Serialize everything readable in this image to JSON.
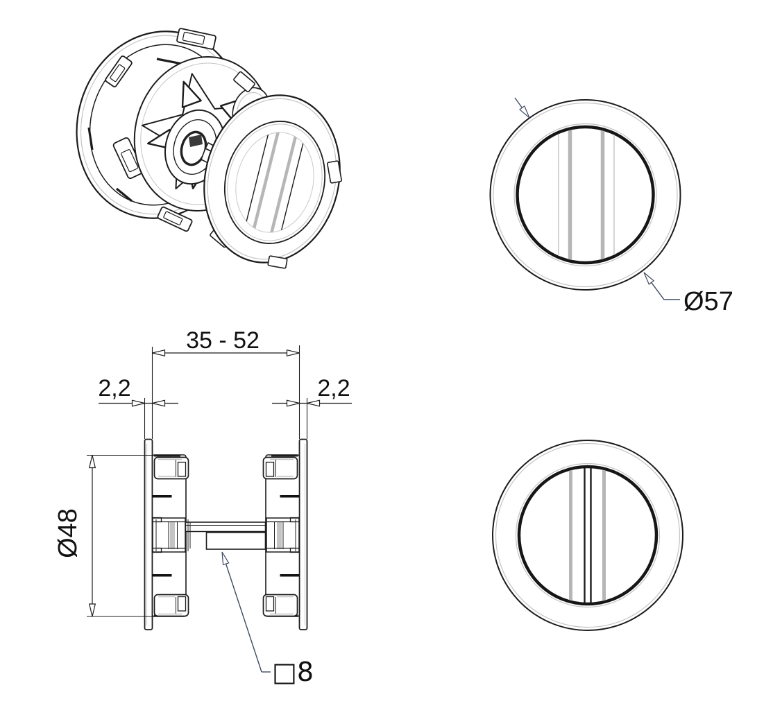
{
  "drawing": {
    "background": "#ffffff",
    "line_color": "#1c1c1c",
    "accent_gray": "#c4c4c4",
    "detail_gray": "#b6b6b6",
    "leader_color": "#3e4a63",
    "dims": {
      "door_thickness_range": "35 - 52",
      "flange_thickness_left": "2,2",
      "flange_thickness_right": "2,2",
      "body_diameter": "Ø48",
      "rose_diameter": "Ø57",
      "spindle_square": "□8"
    }
  }
}
